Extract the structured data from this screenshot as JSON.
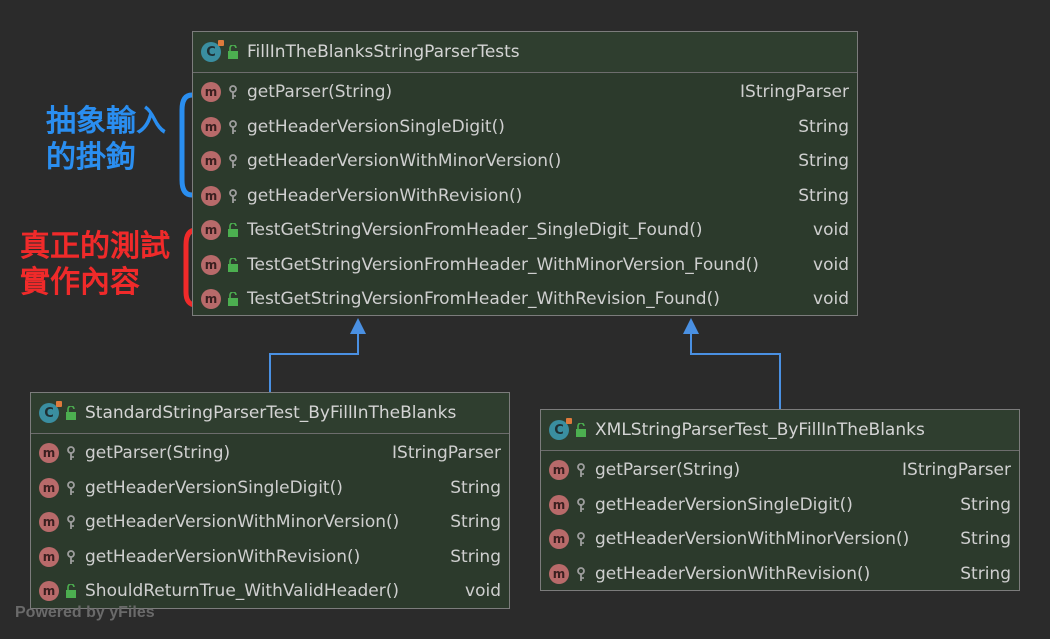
{
  "parent_class": {
    "name": "FillInTheBlanksStringParserTests",
    "icon": "class-icon",
    "members": [
      {
        "name": "getParser(String)",
        "type": "IStringParser",
        "visibility": "protected"
      },
      {
        "name": "getHeaderVersionSingleDigit()",
        "type": "String",
        "visibility": "protected"
      },
      {
        "name": "getHeaderVersionWithMinorVersion()",
        "type": "String",
        "visibility": "protected"
      },
      {
        "name": "getHeaderVersionWithRevision()",
        "type": "String",
        "visibility": "protected"
      },
      {
        "name": "TestGetStringVersionFromHeader_SingleDigit_Found()",
        "type": "void",
        "visibility": "public"
      },
      {
        "name": "TestGetStringVersionFromHeader_WithMinorVersion_Found()",
        "type": "void",
        "visibility": "public"
      },
      {
        "name": "TestGetStringVersionFromHeader_WithRevision_Found()",
        "type": "void",
        "visibility": "public"
      }
    ]
  },
  "child_left": {
    "name": "StandardStringParserTest_ByFillInTheBlanks",
    "members": [
      {
        "name": "getParser(String)",
        "type": "IStringParser",
        "visibility": "protected"
      },
      {
        "name": "getHeaderVersionSingleDigit()",
        "type": "String",
        "visibility": "protected"
      },
      {
        "name": "getHeaderVersionWithMinorVersion()",
        "type": "String",
        "visibility": "protected"
      },
      {
        "name": "getHeaderVersionWithRevision()",
        "type": "String",
        "visibility": "protected"
      },
      {
        "name": "ShouldReturnTrue_WithValidHeader()",
        "type": "void",
        "visibility": "public"
      }
    ]
  },
  "child_right": {
    "name": "XMLStringParserTest_ByFillInTheBlanks",
    "members": [
      {
        "name": "getParser(String)",
        "type": "IStringParser",
        "visibility": "protected"
      },
      {
        "name": "getHeaderVersionSingleDigit()",
        "type": "String",
        "visibility": "protected"
      },
      {
        "name": "getHeaderVersionWithMinorVersion()",
        "type": "String",
        "visibility": "protected"
      },
      {
        "name": "getHeaderVersionWithRevision()",
        "type": "String",
        "visibility": "protected"
      }
    ]
  },
  "annotations": {
    "blue_line1": "抽象輸入",
    "blue_line2": "的掛鉤",
    "red_line1": "真正的測試",
    "red_line2": "實作內容"
  },
  "colors": {
    "blue": "#2a8ef0",
    "red": "#f02a2a",
    "arrow": "#4a90e2"
  },
  "watermark": "Powered by yFiles"
}
